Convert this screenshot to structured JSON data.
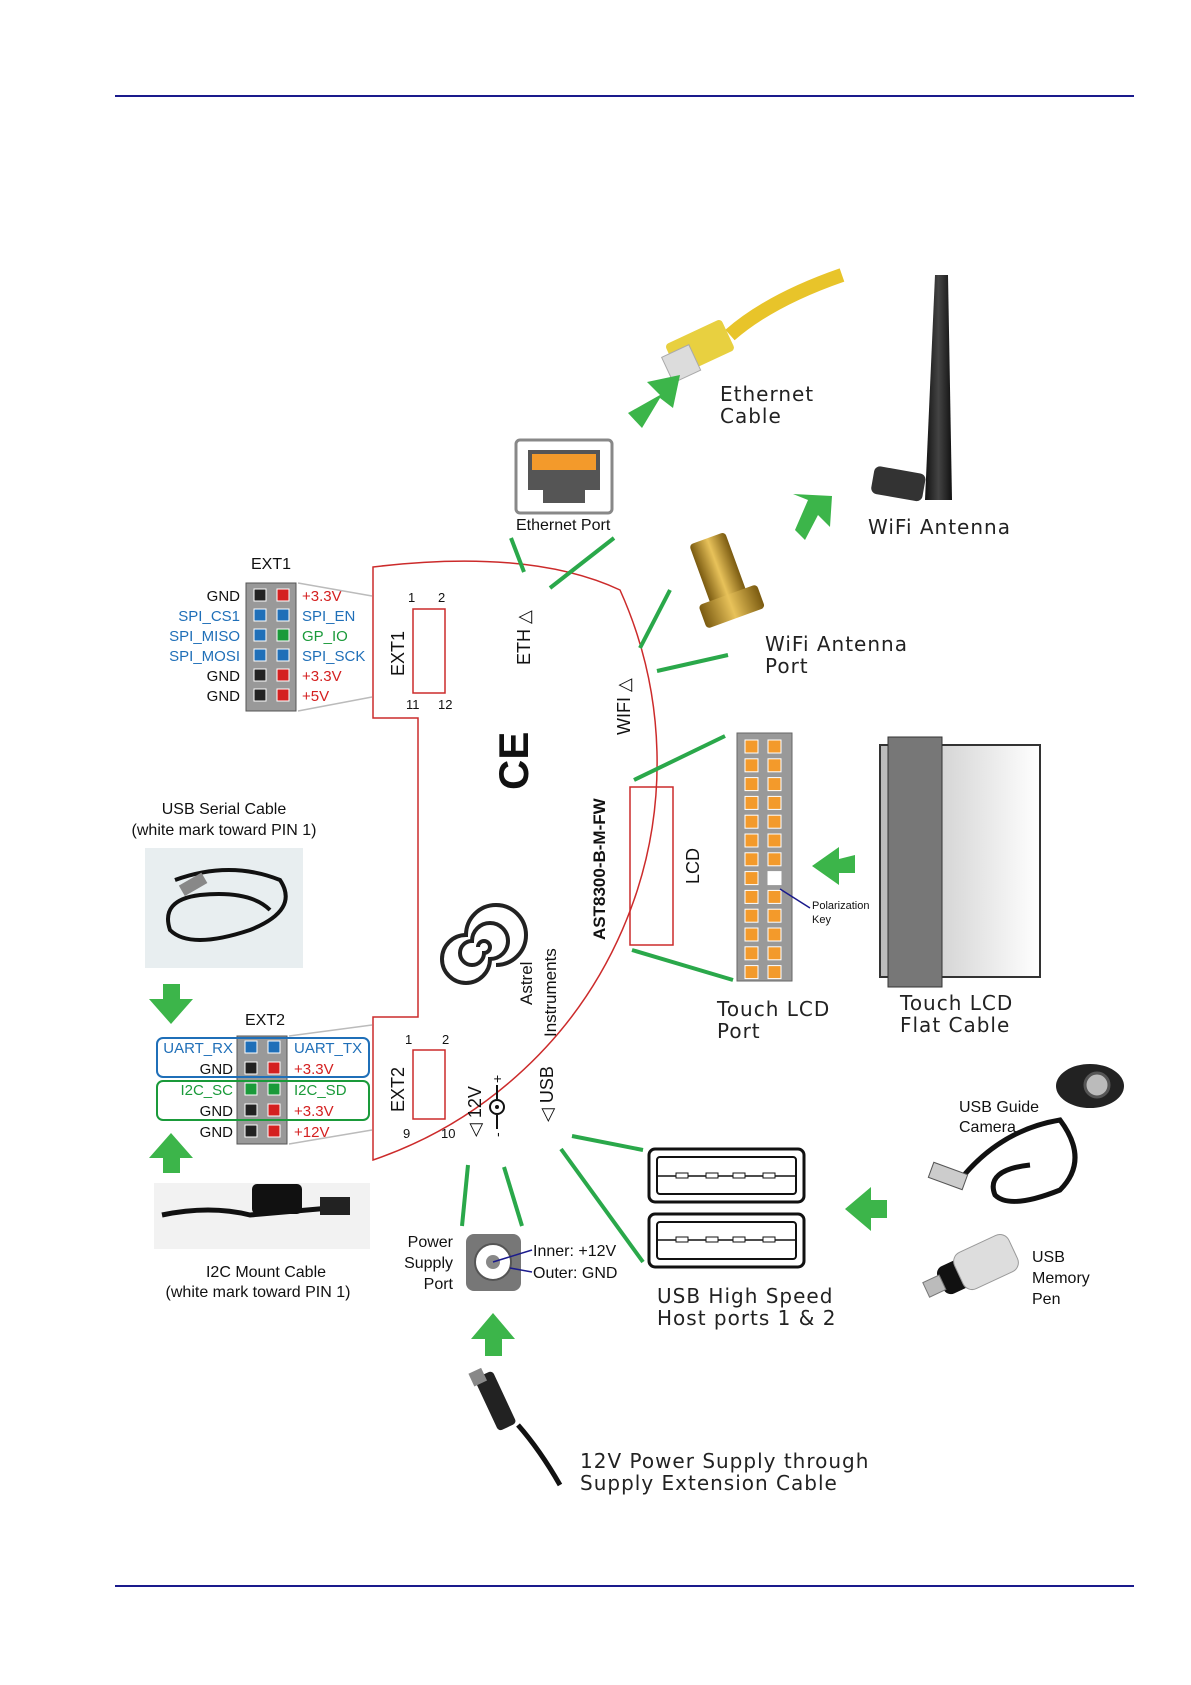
{
  "ethernet": {
    "cable_line1": "Ethernet",
    "cable_line2": "Cable",
    "port_label": "Ethernet Port"
  },
  "wifi": {
    "antenna_label": "WiFi Antenna",
    "port_line1": "WiFi Antenna",
    "port_line2": "Port"
  },
  "board": {
    "eth_label": "ETH △",
    "wifi_label": "WIFI △",
    "ext1_label": "EXT1",
    "ext2_label": "EXT2",
    "model": "AST8300-B-M-FW",
    "lcd_label": "LCD",
    "usb_label": "◁ USB",
    "power_label": "◁ 12V",
    "brand_line1": "Astrel",
    "brand_line2": "Instruments",
    "ce_mark": "CE",
    "ext1_pin1": "1",
    "ext1_pin2": "2",
    "ext1_pin11": "11",
    "ext1_pin12": "12",
    "ext2_pin1": "1",
    "ext2_pin2": "2",
    "ext2_pin9": "9",
    "ext2_pin10": "10"
  },
  "ext1": {
    "title": "EXT1",
    "left": [
      "GND",
      "SPI_CS1",
      "SPI_MISO",
      "SPI_MOSI",
      "GND",
      "GND"
    ],
    "right": [
      "+3.3V",
      "SPI_EN",
      "GP_IO",
      "SPI_SCK",
      "+3.3V",
      "+5V"
    ]
  },
  "ext2": {
    "title": "EXT2",
    "left": [
      "UART_RX",
      "GND",
      "I2C_SC",
      "GND",
      "GND"
    ],
    "right": [
      "UART_TX",
      "+3.3V",
      "I2C_SD",
      "+3.3V",
      "+12V"
    ]
  },
  "usb_serial": {
    "line1": "USB Serial Cable",
    "line2": "(white mark toward PIN 1)"
  },
  "i2c_mount": {
    "line1": "I2C Mount Cable",
    "line2": "(white mark toward PIN 1)"
  },
  "lcd": {
    "port_line1": "Touch LCD",
    "port_line2": "Port",
    "cable_line1": "Touch LCD",
    "cable_line2": "Flat Cable",
    "key_line1": "Polarization",
    "key_line2": "Key"
  },
  "usb": {
    "ports_line1": "USB High Speed",
    "ports_line2": "Host ports 1 & 2",
    "camera_line1": "USB Guide",
    "camera_line2": "Camera",
    "pen_line1": "USB",
    "pen_line2": "Memory",
    "pen_line3": "Pen"
  },
  "power": {
    "port_line1": "Power",
    "port_line2": "Supply",
    "port_line3": "Port",
    "inner": "Inner: +12V",
    "outer": "Outer: GND",
    "supply_line1": "12V Power Supply through",
    "supply_line2": "Supply Extension Cable"
  },
  "colors": {
    "accent": "#1a1a8c",
    "arrow": "#3cb54a",
    "leader": "#2aa84a",
    "board_outline": "#cc2b2b",
    "pin_orange": "#f39a2b"
  }
}
